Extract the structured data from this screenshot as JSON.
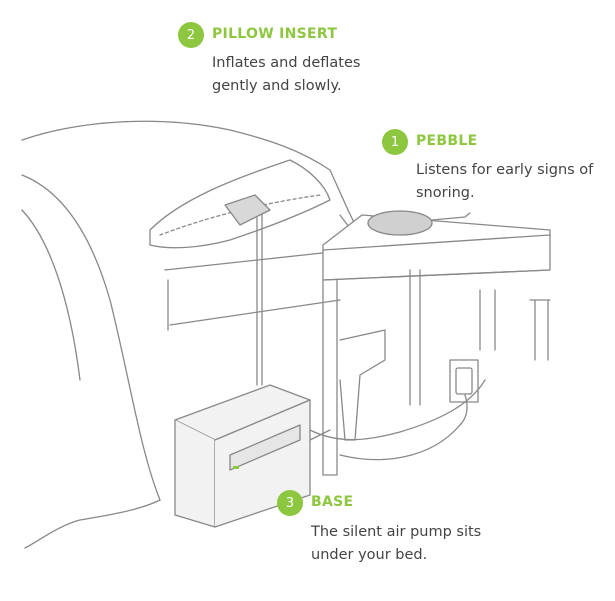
{
  "accent_color": "#8dc63f",
  "callouts": [
    {
      "number": "2",
      "title": "PILLOW INSERT",
      "line1": "Inflates and deflates",
      "line2": "gently and slowly."
    },
    {
      "number": "1",
      "title": "PEBBLE",
      "line1": "Listens for early signs of",
      "line2": "snoring."
    },
    {
      "number": "3",
      "title": "BASE",
      "line1": "The silent air pump sits",
      "line2": "under your bed."
    }
  ]
}
